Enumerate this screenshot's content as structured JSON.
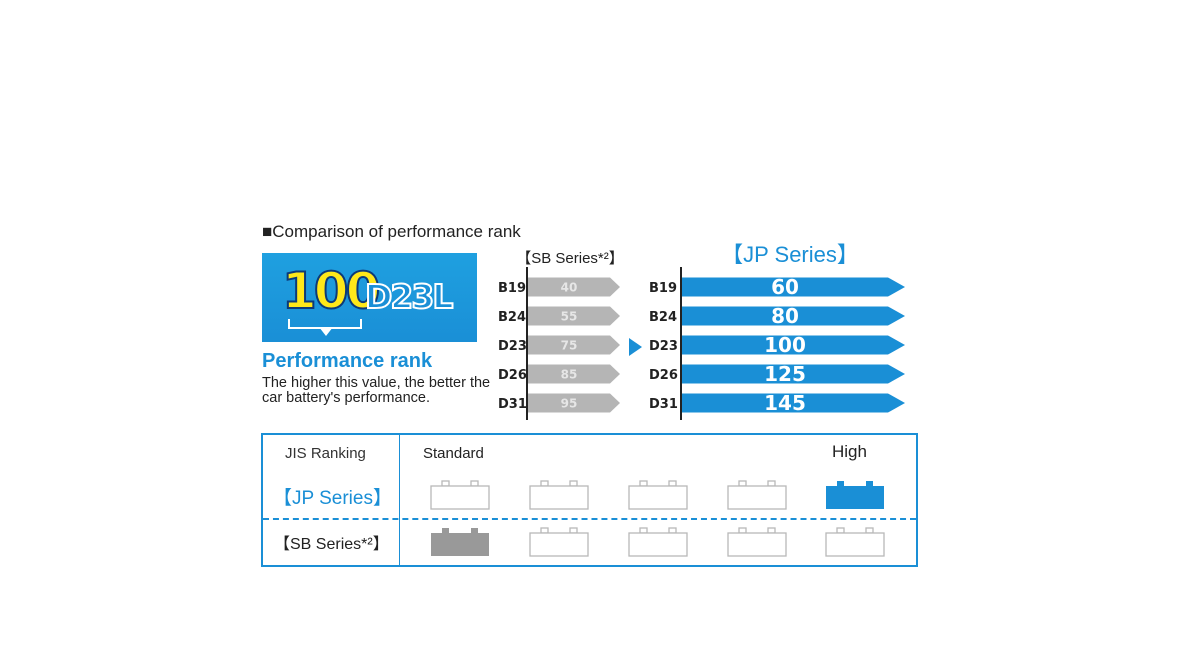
{
  "heading": "■Comparison of performance rank",
  "badge": {
    "number": "100",
    "code": "D23L",
    "colors": {
      "background": "#1a8fd6",
      "number": "#ffe81a",
      "outline": "#0d3a77"
    }
  },
  "rank_title": "Performance rank",
  "rank_description": "The higher this value, the better the car battery's performance.",
  "chart_data": {
    "type": "bar",
    "orientation": "horizontal",
    "categories": [
      "B19",
      "B24",
      "D23",
      "D26",
      "D31"
    ],
    "series": [
      {
        "name": "【SB Series*²】",
        "values": [
          40,
          55,
          75,
          85,
          95
        ],
        "color": "#b5b5b5"
      },
      {
        "name": "【JP Series】",
        "values": [
          60,
          80,
          100,
          125,
          145
        ],
        "color": "#1a8fd6"
      }
    ],
    "arrow_color": "#1a8fd6"
  },
  "jis_table": {
    "header_label": "JIS Ranking",
    "scale_low": "Standard",
    "scale_high": "High",
    "levels": 5,
    "rows": [
      {
        "label": "【JP Series】",
        "level": 5,
        "color": "#1a8fd6"
      },
      {
        "label": "【SB Series*²】",
        "level": 1,
        "color": "#999999"
      }
    ],
    "border_color": "#1a8fd6",
    "empty_icon_color": "#b8b8b8"
  }
}
